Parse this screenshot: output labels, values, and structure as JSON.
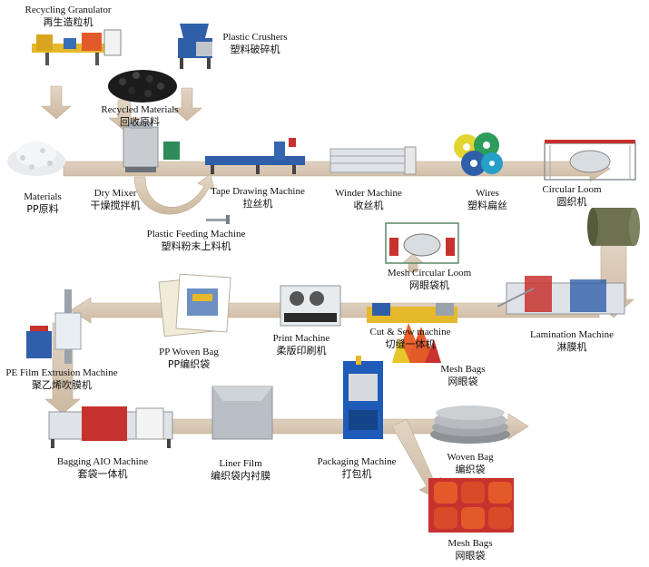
{
  "colors": {
    "flow_arrow": "#d7c7b3",
    "flow_arrow_edge": "#c9b59d",
    "machine_blue": "#2f5fa8",
    "machine_red": "#c8322e",
    "machine_green": "#2e8b57",
    "machine_gray": "#9aa3ab",
    "mesh_orange": "#e8622a",
    "mesh_yellow": "#e7c62b"
  },
  "nodes": {
    "recycling_granulator": {
      "en": "Recycling Granulator",
      "zh": "再生造粒机"
    },
    "plastic_crushers": {
      "en": "Plastic Crushers",
      "zh": "塑料破碎机"
    },
    "recycled_materials": {
      "en": "Recycled Materials",
      "zh": "回收原料"
    },
    "materials": {
      "en": "Materials",
      "zh": "PP原料"
    },
    "dry_mixer": {
      "en": "Dry Mixer",
      "zh": "干燥搅拌机"
    },
    "tape_drawing": {
      "en": "Tape Drawing Machine",
      "zh": "拉丝机"
    },
    "winder": {
      "en": "Winder Machine",
      "zh": "收丝机"
    },
    "wires": {
      "en": "Wires",
      "zh": "塑料扁丝"
    },
    "circular_loom": {
      "en": "Circular Loom",
      "zh": "圆织机"
    },
    "plastic_feeding": {
      "en": "Plastic Feeding Machine",
      "zh": "塑料粉末上料机"
    },
    "mesh_circular_loom": {
      "en": "Mesh Circular Loom",
      "zh": "网眼袋机"
    },
    "lamination": {
      "en": "Lamination Machine",
      "zh": "淋膜机"
    },
    "cut_sew": {
      "en": "Cut & Sew machine",
      "zh": "切缝一体机"
    },
    "print_machine": {
      "en": "Print Machine",
      "zh": "柔版印刷机"
    },
    "pp_woven_bag": {
      "en": "PP Woven Bag",
      "zh": "PP编织袋"
    },
    "pe_film": {
      "en": "PE Film Extrusion Machine",
      "zh": "聚乙烯吹膜机"
    },
    "mesh_bags_1": {
      "en": "Mesh Bags",
      "zh": "网眼袋"
    },
    "bagging_aio": {
      "en": "Bagging AIO Machine",
      "zh": "套袋一体机"
    },
    "liner_film": {
      "en": "Liner Film",
      "zh": "编织袋内衬膜"
    },
    "packaging": {
      "en": "Packaging Machine",
      "zh": "打包机"
    },
    "woven_bag": {
      "en": "Woven Bag",
      "zh": "编织袋"
    },
    "mesh_bags_2": {
      "en": "Mesh Bags",
      "zh": "网眼袋"
    }
  }
}
